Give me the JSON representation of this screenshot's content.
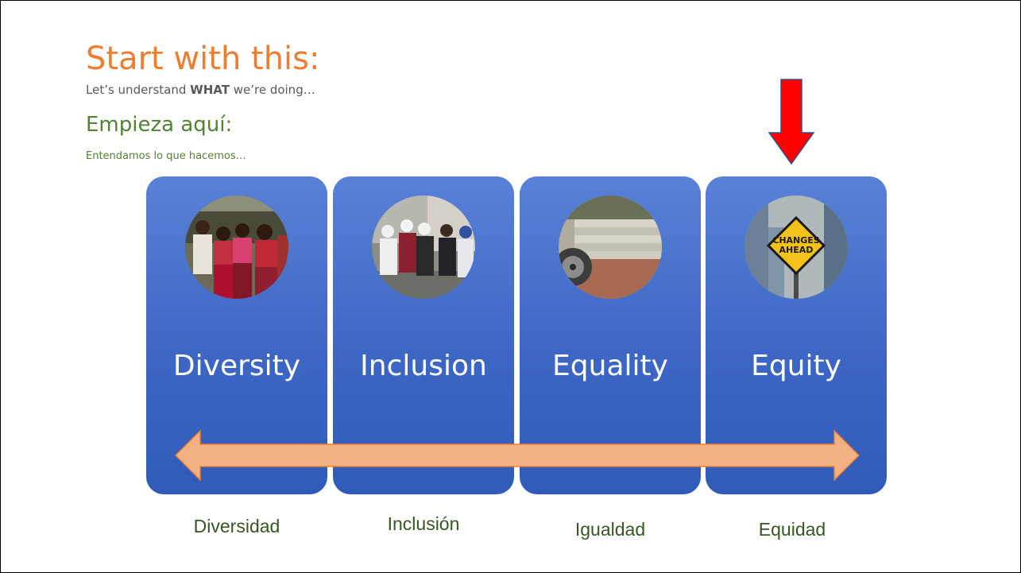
{
  "heading": {
    "title": "Start with this:",
    "subtitle_pre": "Let’s understand ",
    "subtitle_bold": "WHAT",
    "subtitle_post": " we’re doing…",
    "title_es": "Empieza aquí:",
    "subtitle_es": "Entendamos lo que hacemos…"
  },
  "cards": [
    {
      "label": "Diversity",
      "label_es": "Diversidad",
      "photo": "women-in-traditional-dress-photo"
    },
    {
      "label": "Inclusion",
      "label_es": "Inclusión",
      "photo": "workers-in-hard-hats-photo"
    },
    {
      "label": "Equality",
      "label_es": "Igualdad",
      "photo": "steps-and-wheelchair-photo"
    },
    {
      "label": "Equity",
      "label_es": "Equidad",
      "photo": "changes-ahead-sign-photo"
    }
  ],
  "sign_text": {
    "line1": "CHANGES",
    "line2": "AHEAD"
  },
  "colors": {
    "title": "#ED7D31",
    "spanish_text": "#538135",
    "card": "#4472C4",
    "arrow_down": "#FF0000",
    "double_arrow": "#F4B183"
  }
}
